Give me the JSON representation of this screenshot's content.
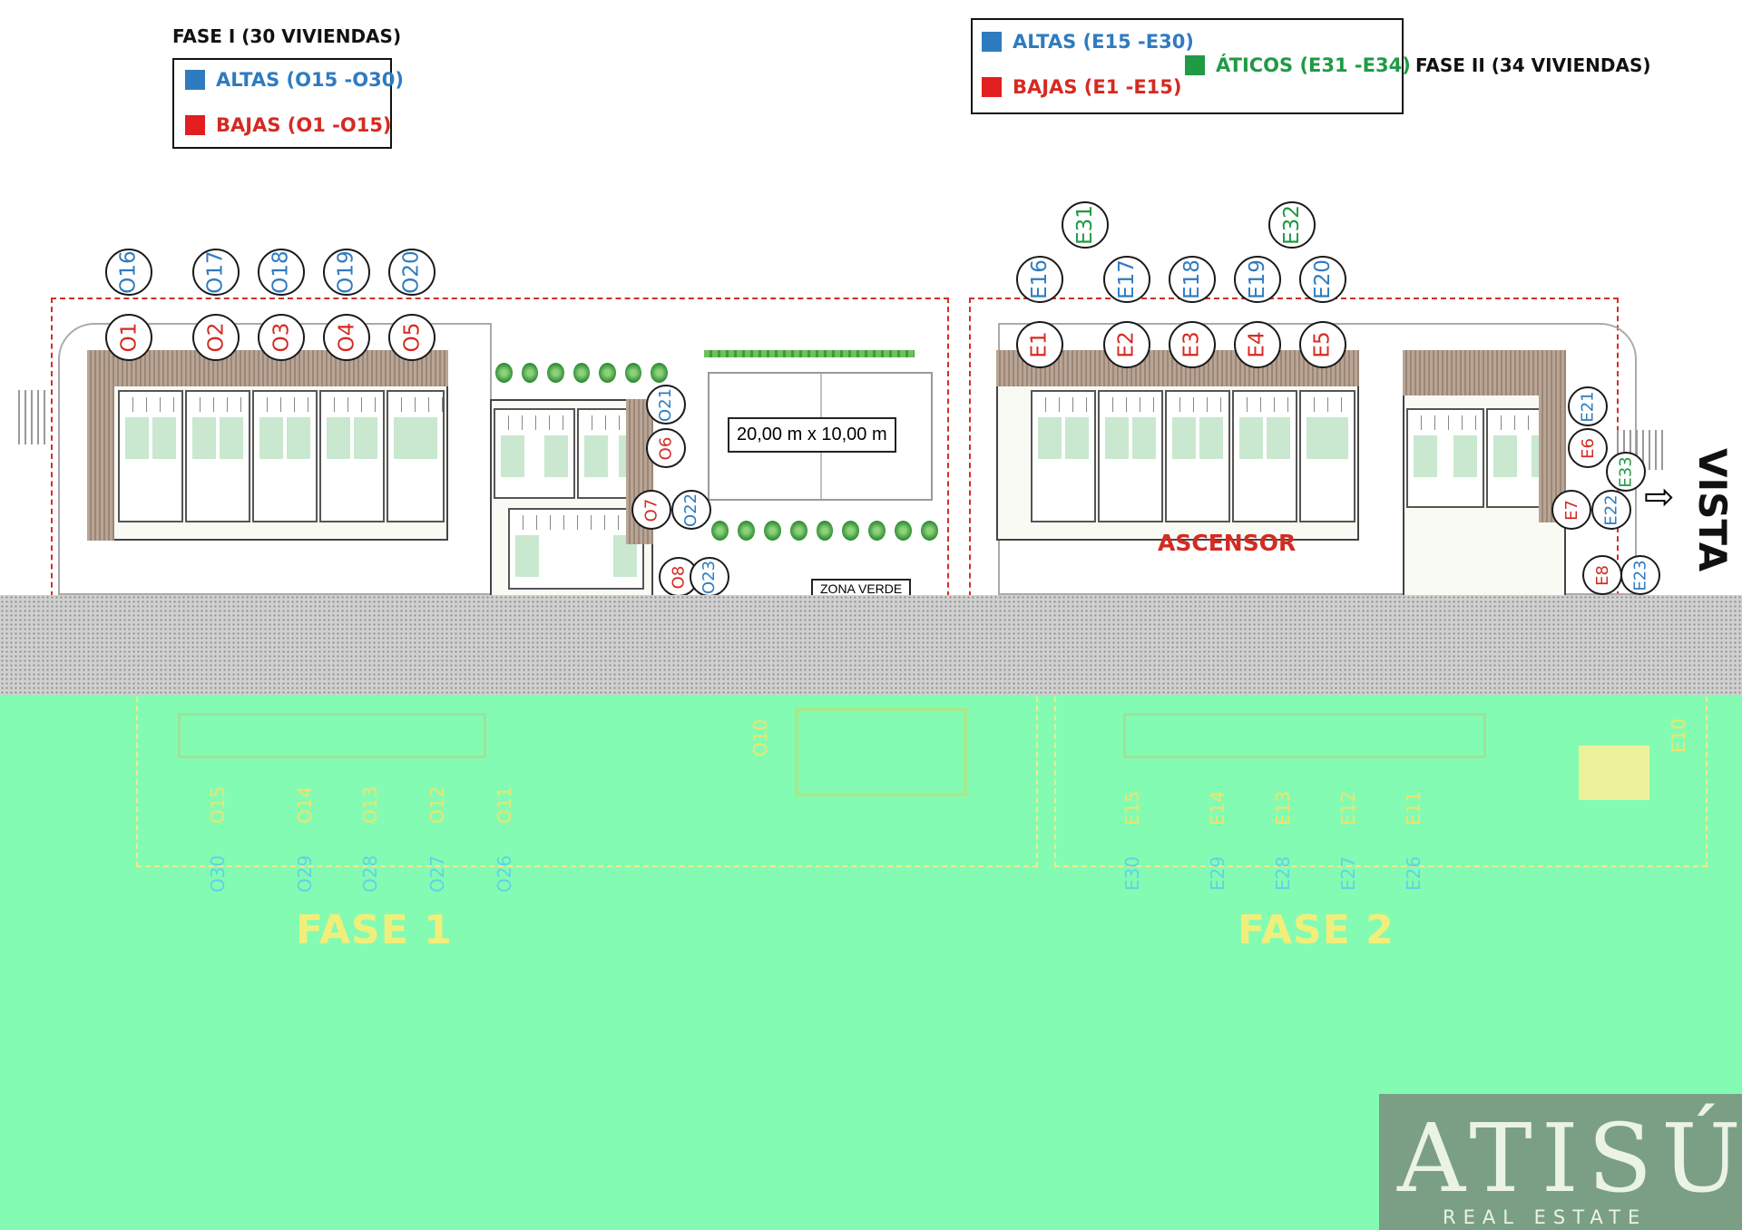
{
  "legend_fase1": {
    "title": "FASE I (30 VIVIENDAS)",
    "altas": "ALTAS (O15 -O30)",
    "bajas": "BAJAS (O1 -O15)"
  },
  "legend_fase2": {
    "title": "FASE II (34 VIVIENDAS)",
    "altas": "ALTAS (E15 -E30)",
    "bajas": "BAJAS (E1 -E15)",
    "aticos": "ÁTICOS (E31 -E34)"
  },
  "colors": {
    "altas": "#2f7bc0",
    "bajas": "#d52a22",
    "aticos": "#1f9a45",
    "overlay_green": "#84fbb3",
    "logo_bg": "#7a9f85"
  },
  "units_fase1": {
    "upper": [
      "O16",
      "O17",
      "O18",
      "O19",
      "O20"
    ],
    "lower": [
      "O1",
      "O2",
      "O3",
      "O4",
      "O5"
    ],
    "side": [
      "O21",
      "O6",
      "O7",
      "O22",
      "O8",
      "O23"
    ]
  },
  "units_fase2": {
    "aticos": [
      "E31",
      "E32"
    ],
    "upper": [
      "E16",
      "E17",
      "E18",
      "E19",
      "E20"
    ],
    "lower": [
      "E1",
      "E2",
      "E3",
      "E4",
      "E5"
    ],
    "side": [
      "E21",
      "E6",
      "E33",
      "E7",
      "E22",
      "E8",
      "E23"
    ]
  },
  "pool_label": "20,00 m x 10,00 m",
  "ascensor": "ASCENSOR",
  "zona_verde": "ZONA VERDE",
  "vista": "VISTA",
  "lower_half": {
    "fase1_label": "FASE 1",
    "fase2_label": "FASE 2",
    "fase1_units_top": [
      "O15",
      "O14",
      "O13",
      "O12",
      "O11"
    ],
    "fase1_units_bottom": [
      "O30",
      "O29",
      "O28",
      "O27",
      "O26"
    ],
    "fase1_side": "O10",
    "fase2_units_top": [
      "E15",
      "E14",
      "E13",
      "E12",
      "E11"
    ],
    "fase2_units_bottom": [
      "E30",
      "E29",
      "E28",
      "E27",
      "E26"
    ],
    "fase2_side": "E10"
  },
  "logo": {
    "main": "ATISÚ",
    "sub": "REAL ESTATE"
  }
}
